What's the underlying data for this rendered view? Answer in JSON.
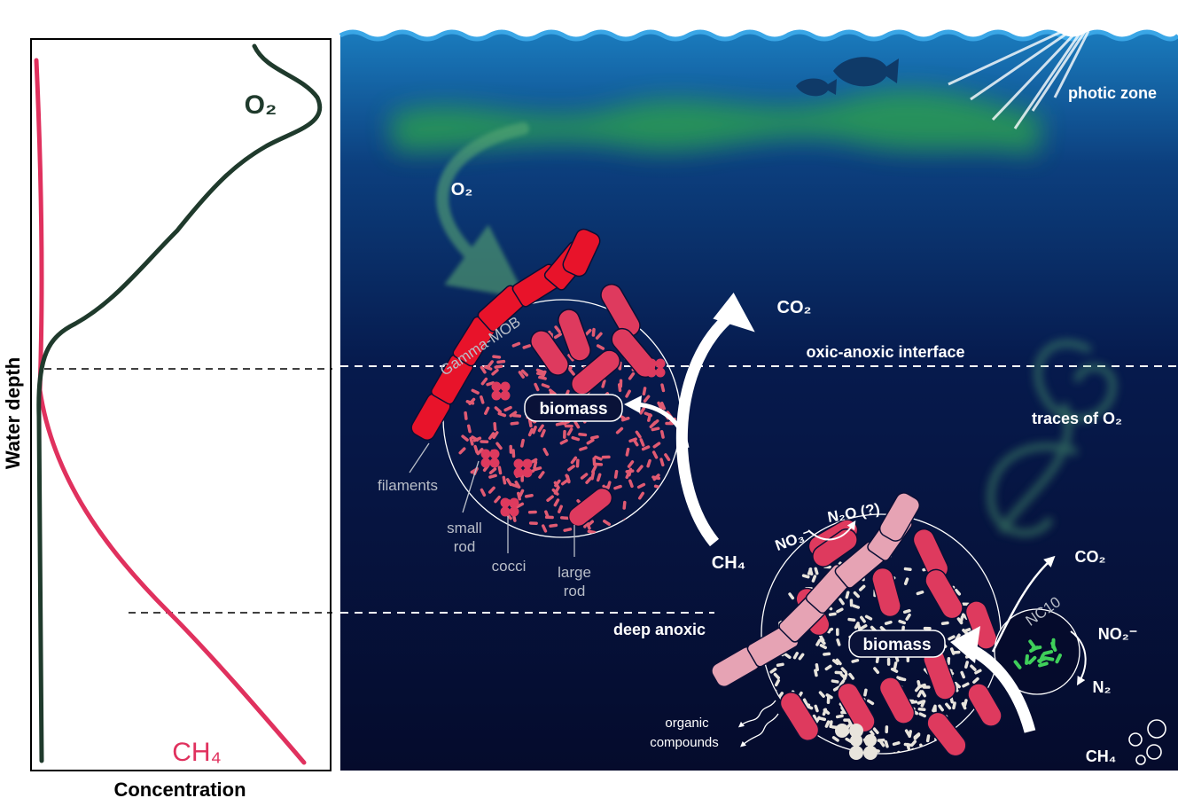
{
  "profile": {
    "ylabel": "Water depth",
    "xlabel": "Concentration",
    "o2_label": "O₂",
    "ch4_label": "CH₄"
  },
  "zones": {
    "photic": "photic zone",
    "interface": "oxic-anoxic interface",
    "traces": "traces of O₂",
    "deep": "deep anoxic"
  },
  "upper": {
    "o2_in": "O₂",
    "group": "Gamma-MOB",
    "biomass": "biomass",
    "co2": "CO₂",
    "ch4": "CH₄",
    "filaments": "filaments",
    "small_rod": [
      "small",
      "rod"
    ],
    "cocci": "cocci",
    "large_rod": [
      "large",
      "rod"
    ]
  },
  "lower": {
    "no3": "NO₃⁻",
    "n2o": "N₂O (?)",
    "biomass": "biomass",
    "co2": "CO₂",
    "nc10": "NC10",
    "no2": "NO₂⁻",
    "n2": "N₂",
    "ch4": "CH₄",
    "organic": [
      "organic",
      "compounds"
    ]
  },
  "colors": {
    "o2_line": "#1f3a2c",
    "ch4_line": "#e0315e",
    "water_top": "#1a7bbd",
    "water_bottom": "#050b2c",
    "bacteria": "#de3a5e",
    "filament_red": "#e8132a",
    "filament_pink": "#e6a3b4",
    "nc10_green": "#3fd05a"
  }
}
